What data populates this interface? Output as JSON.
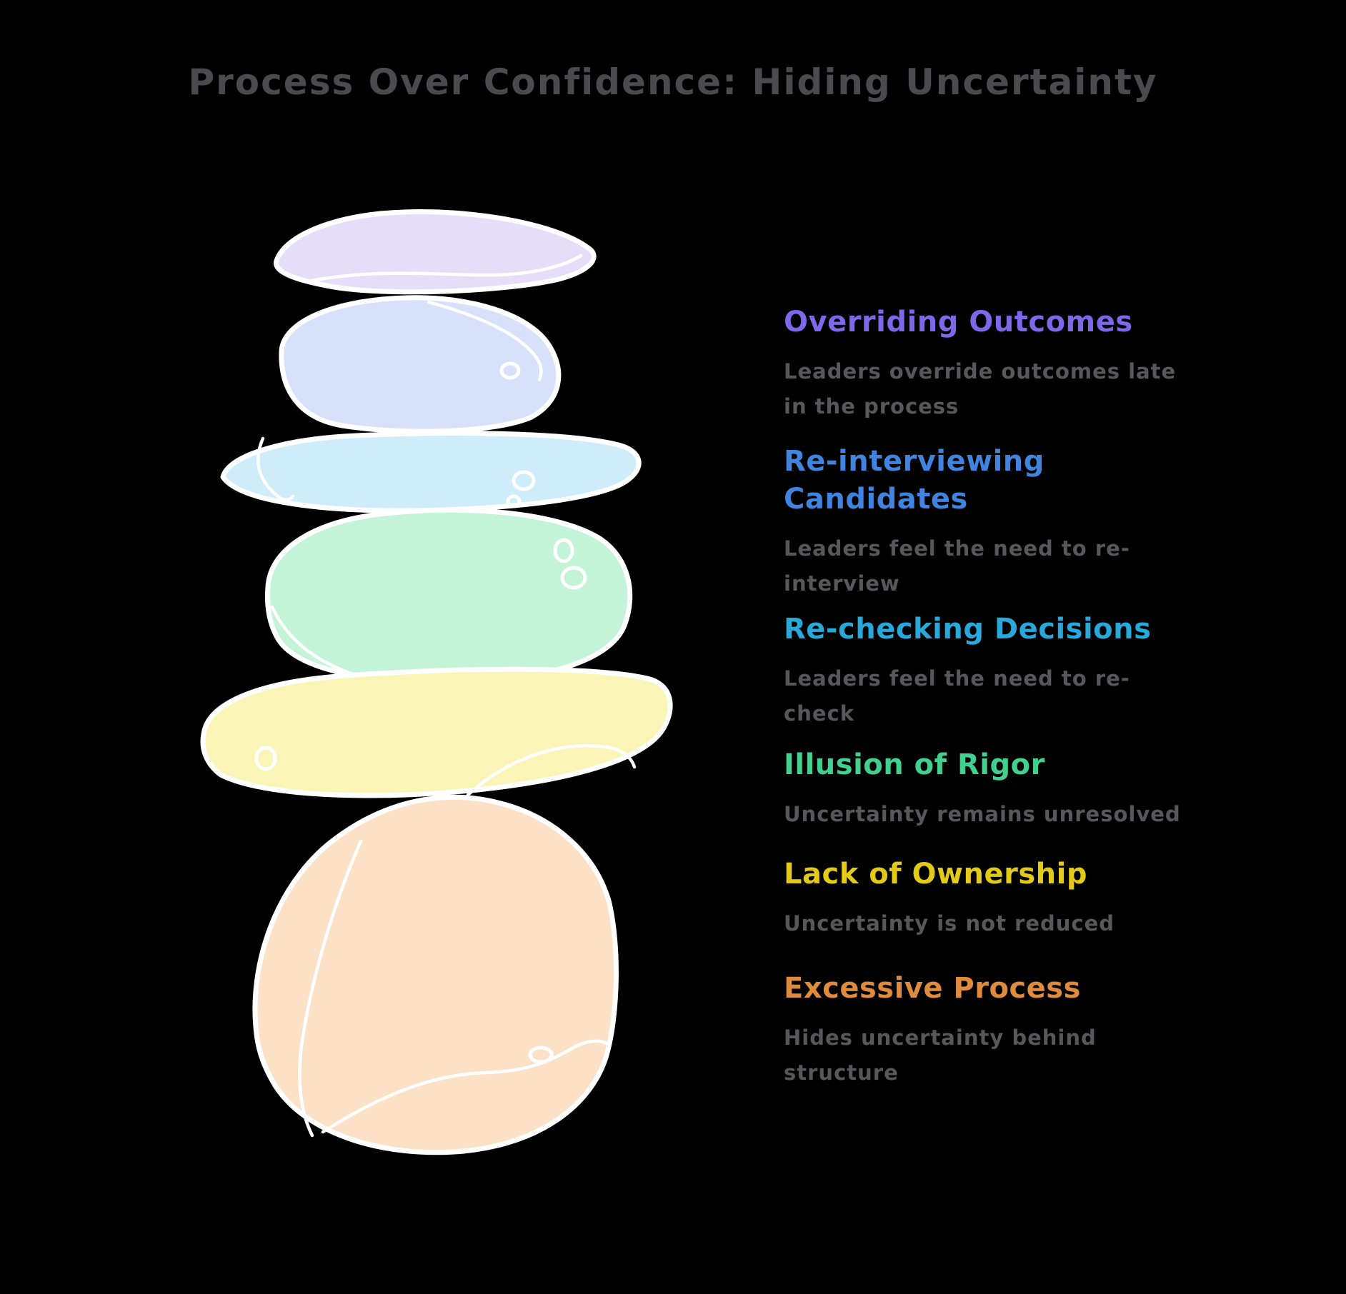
{
  "title": "Process Over Confidence: Hiding Uncertainty",
  "colors": {
    "background": "#000000",
    "title_text": "#4b4b4d",
    "description_text": "#58585a",
    "stone_outline": "#ffffff"
  },
  "items": [
    {
      "id": "overriding-outcomes",
      "heading": "Overriding Outcomes",
      "description": "Leaders override outcomes late\nin the process",
      "heading_color": "#7c68e8",
      "stone_color": "#e6def9"
    },
    {
      "id": "re-interviewing-candidates",
      "heading": "Re-interviewing\nCandidates",
      "description": "Leaders feel the need to re-\ninterview",
      "heading_color": "#4084e0",
      "stone_color": "#d7e1fa"
    },
    {
      "id": "re-checking-decisions",
      "heading": "Re-checking Decisions",
      "description": "Leaders feel the need to re-\ncheck",
      "heading_color": "#29a8da",
      "stone_color": "#cfecfb"
    },
    {
      "id": "illusion-of-rigor",
      "heading": "Illusion of Rigor",
      "description": "Uncertainty remains unresolved",
      "heading_color": "#41d08e",
      "stone_color": "#c4f4d7"
    },
    {
      "id": "lack-of-ownership",
      "heading": "Lack of Ownership",
      "description": "Uncertainty is not reduced",
      "heading_color": "#e3cb15",
      "stone_color": "#faf5b6"
    },
    {
      "id": "excessive-process",
      "heading": "Excessive Process",
      "description": "Hides uncertainty behind\nstructure",
      "heading_color": "#e08a3c",
      "stone_color": "#fce1c6"
    }
  ]
}
